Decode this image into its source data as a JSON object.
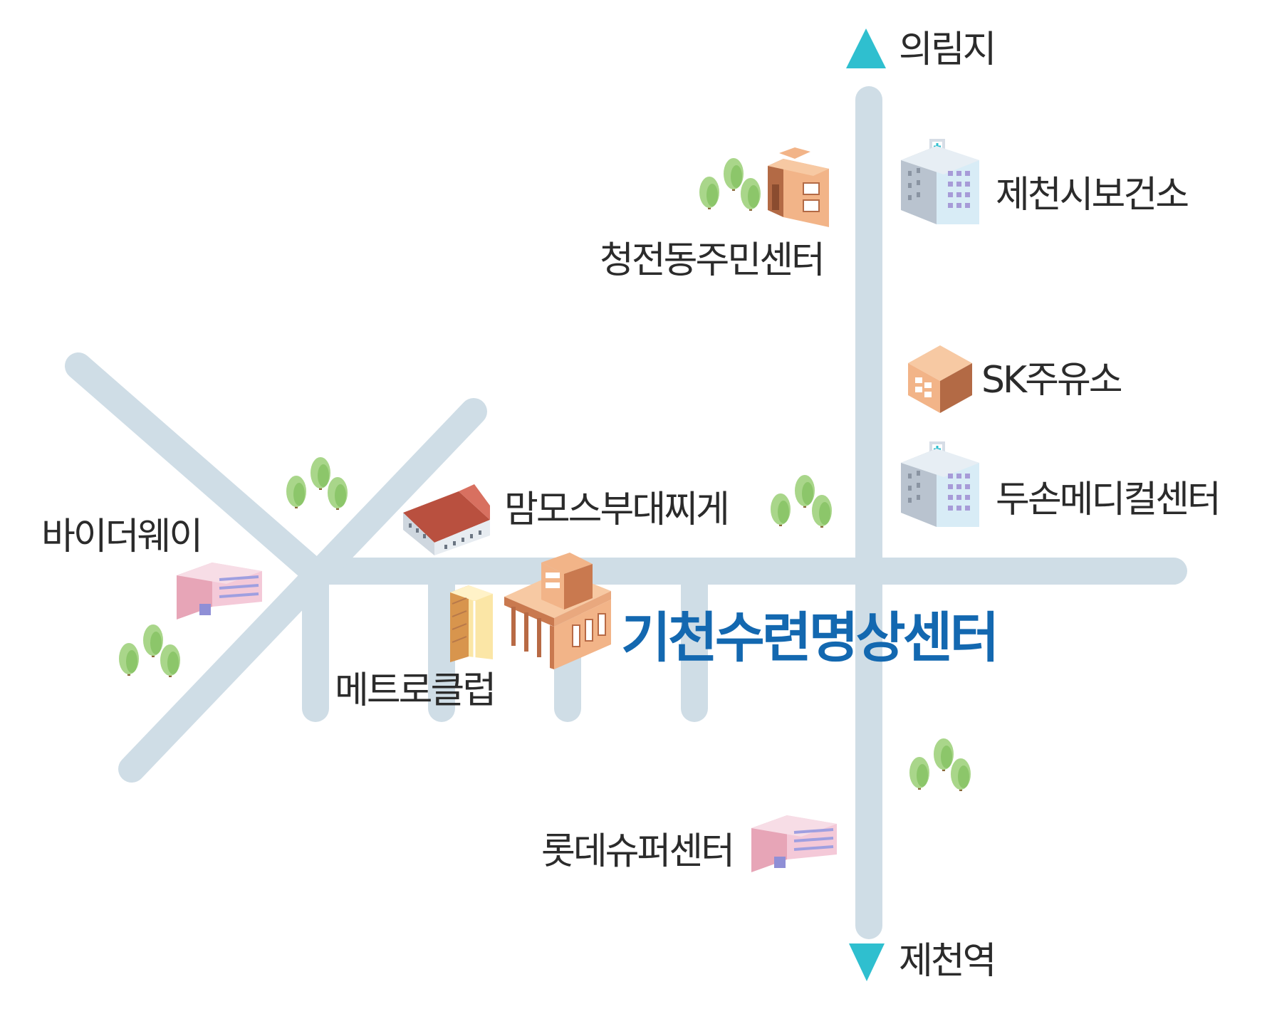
{
  "colors": {
    "road": "#cfdde6",
    "accent": "#2fbfcf",
    "highlight": "#1368b0",
    "text": "#2b2b2b",
    "tree_light": "#a9d68a",
    "tree_mid": "#8cc66a"
  },
  "directions": {
    "north": {
      "label": "의림지",
      "icon": "triangle-up-icon"
    },
    "south": {
      "label": "제천역",
      "icon": "triangle-down-icon"
    }
  },
  "landmarks": [
    {
      "id": "cheongjeon-community-center",
      "label": "청전동주민센터",
      "icon": "office-building-icon"
    },
    {
      "id": "jecheon-health-center",
      "label": "제천시보건소",
      "icon": "hospital-icon"
    },
    {
      "id": "sk-gas-station",
      "label": "SK주유소",
      "icon": "gas-station-icon"
    },
    {
      "id": "doosan-medical-center",
      "label": "두손메디컬센터",
      "icon": "hospital-icon"
    },
    {
      "id": "mammoth-budae-jjigae",
      "label": "맘모스부대찌게",
      "icon": "restaurant-building-icon"
    },
    {
      "id": "bye-the-way",
      "label": "바이더웨이",
      "icon": "store-building-icon"
    },
    {
      "id": "metro-club",
      "label": "메트로클럽",
      "icon": "tower-building-icon"
    },
    {
      "id": "lotte-supercenter",
      "label": "롯데슈퍼센터",
      "icon": "store-building-icon"
    }
  ],
  "destination": {
    "label": "기천수련명상센터",
    "icon": "meditation-center-building-icon"
  }
}
